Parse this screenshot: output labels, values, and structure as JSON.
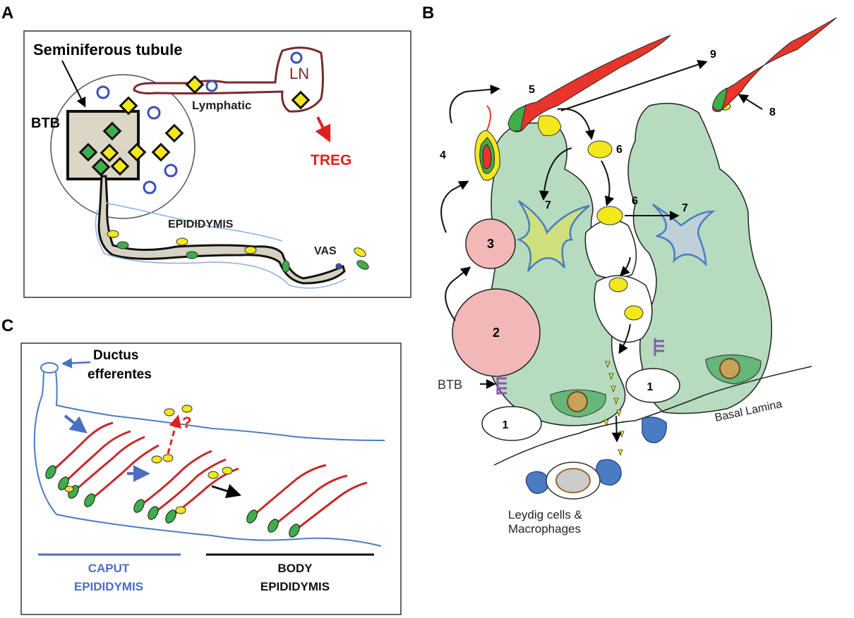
{
  "panels": {
    "a": {
      "letter": "A",
      "seminiferous": "Seminiferous tubule",
      "btb": "BTB",
      "lymphatic": "Lymphatic",
      "ln": "LN",
      "treg": "TREG",
      "epididymis": "EPIDIDYMIS",
      "vas": "VAS"
    },
    "b": {
      "letter": "B",
      "n1a": "1",
      "n1b": "1",
      "n2": "2",
      "n3": "3",
      "n4": "4",
      "n5": "5",
      "n6a": "6",
      "n6b": "6",
      "n7a": "7",
      "n7b": "7",
      "n8": "8",
      "n9": "9",
      "btb": "BTB",
      "basal_lamina": "Basal Lamina",
      "leydig_line1": "Leydig cells &",
      "leydig_line2": "Macrophages"
    },
    "c": {
      "letter": "C",
      "ductus_line1": "Ductus",
      "ductus_line2": "efferentes",
      "question": "?",
      "caput_line1": "CAPUT",
      "caput_line2": "EPIDIDYMIS",
      "body_line1": "BODY",
      "body_line2": "EPIDIDYMIS"
    }
  },
  "colors": {
    "sertoli_green": "#b6dbbf",
    "red": "#e8342a",
    "yellow": "#f3e81c",
    "blue": "#4a7cc4",
    "ln_brown": "#7a2a2a",
    "tubule_fill": "#dcd6c6",
    "pink": "#f2b8b8",
    "treg_red": "#e02020"
  }
}
